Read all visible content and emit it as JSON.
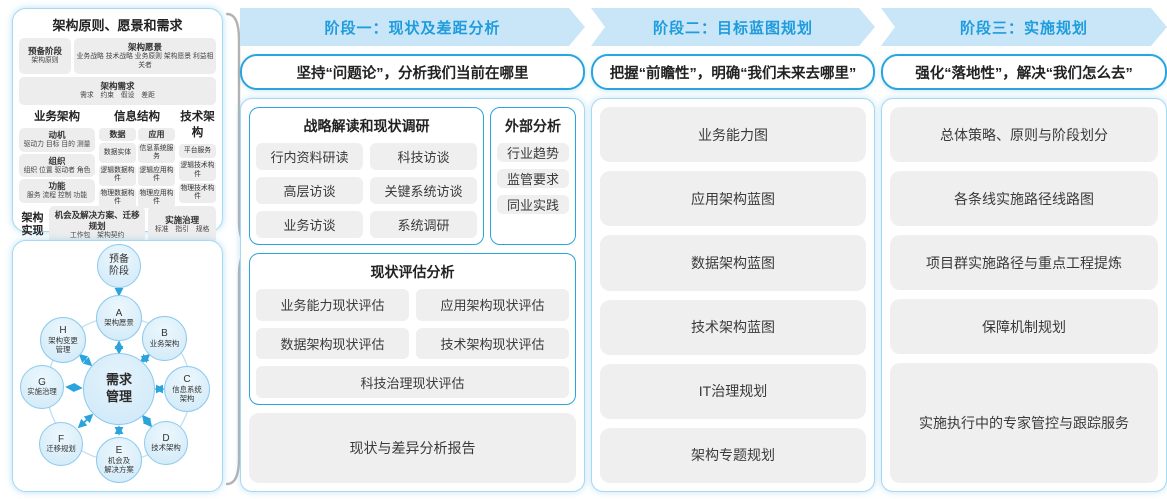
{
  "colors": {
    "accent_blue": "#2aa4dd",
    "band_bg": "#c9e6f8",
    "band_text": "#1f9cdc",
    "panel_border": "#a6d9f2",
    "gray_box": "#efefef",
    "text_dark": "#333333",
    "circle_fill": "#d7edf9",
    "circle_border": "#8ccaec",
    "brace_gray": "#b3b3b3"
  },
  "left_top": {
    "title": "架构原则、愿景和需求",
    "prep_stage": {
      "title": "预备阶段",
      "sub": "架构原则"
    },
    "vision": {
      "title": "架构愿景",
      "sub": "业务战略 技术战略 业务原则 架构愿景 利益相关者"
    },
    "requirements": {
      "title": "架构需求",
      "sub": "需求　约束　假设　差距"
    },
    "business": {
      "title": "业务架构",
      "groups": [
        {
          "title": "动机",
          "sub": "驱动力 目标 目的 测量"
        },
        {
          "title": "组织",
          "sub": "组织 位置 驱动者 角色"
        },
        {
          "title": "功能",
          "sub": "服务 流程 控制 功能"
        }
      ]
    },
    "information": {
      "title": "信息结构",
      "data_col": {
        "title": "数据",
        "items": [
          "数据实体",
          "逻辑数据构件",
          "物理数据构件"
        ]
      },
      "app_col": {
        "title": "应用",
        "items": [
          "信息系统服务",
          "逻辑应用构件",
          "物理应用构件"
        ]
      }
    },
    "technology": {
      "title": "技术架构",
      "items": [
        "平台服务",
        "逻辑技术构件",
        "物理技术构件"
      ]
    },
    "realization": {
      "label": "架构实现",
      "opportunities": {
        "title": "机会及解决方案、迁移规划",
        "sub": "工作包　架构契约"
      },
      "governance": {
        "title": "实施治理",
        "sub": "标准　指引　规格"
      }
    }
  },
  "adm": {
    "prep": {
      "lines": [
        "预备",
        "阶段"
      ]
    },
    "center": {
      "lines": [
        "需求",
        "管理"
      ]
    },
    "nodes": [
      {
        "letter": "A",
        "lines": [
          "架构愿景"
        ]
      },
      {
        "letter": "B",
        "lines": [
          "业务架构"
        ]
      },
      {
        "letter": "C",
        "lines": [
          "信息系统",
          "架构"
        ]
      },
      {
        "letter": "D",
        "lines": [
          "技术架构"
        ]
      },
      {
        "letter": "E",
        "lines": [
          "机会及",
          "解决方案"
        ]
      },
      {
        "letter": "F",
        "lines": [
          "迁移规划"
        ]
      },
      {
        "letter": "G",
        "lines": [
          "实施治理"
        ]
      },
      {
        "letter": "H",
        "lines": [
          "架构变更",
          "管理"
        ]
      }
    ]
  },
  "phases": [
    {
      "band": "阶段一：现状及差距分析",
      "subtitle": "坚持“问题论”，分析我们当前在哪里"
    },
    {
      "band": "阶段二：目标蓝图规划",
      "subtitle": "把握“前瞻性”，明确“我们未来去哪里”",
      "items": [
        "业务能力图",
        "应用架构蓝图",
        "数据架构蓝图",
        "技术架构蓝图",
        "IT治理规划",
        "架构专题规划"
      ]
    },
    {
      "band": "阶段三：实施规划",
      "subtitle": "强化“落地性”，解决“我们怎么去”",
      "items": [
        "总体策略、原则与阶段划分",
        "各条线实施路径线路图",
        "项目群实施路径与重点工程提炼",
        "保障机制规划",
        "实施执行中的专家管控与跟踪服务"
      ]
    }
  ],
  "phase1": {
    "survey": {
      "title": "战略解读和现状调研",
      "items": [
        "行内资料研读",
        "科技访谈",
        "高层访谈",
        "关键系统访谈",
        "业务访谈",
        "系统调研"
      ]
    },
    "external": {
      "title": "外部分析",
      "items": [
        "行业趋势",
        "监管要求",
        "同业实践"
      ]
    },
    "assessment": {
      "title": "现状评估分析",
      "items": [
        "业务能力现状评估",
        "应用架构现状评估",
        "数据架构现状评估",
        "技术架构现状评估",
        "科技治理现状评估"
      ]
    },
    "report": "现状与差异分析报告"
  }
}
